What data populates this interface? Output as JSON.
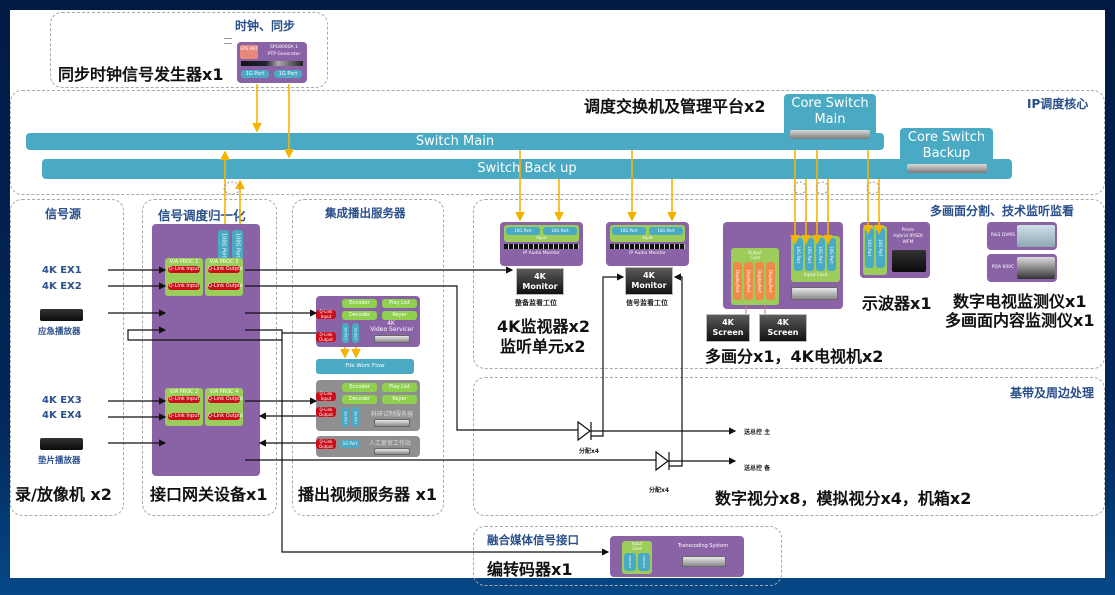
{
  "sections": {
    "clock": {
      "title": "时钟、同步",
      "summary": "同步时钟信号发生器x1"
    },
    "ip_core": {
      "title": "IP调度核心",
      "summary": "调度交换机及管理平台x2"
    },
    "signal_source": {
      "title": "信号源",
      "summary": "录/放像机 x2"
    },
    "signal_norm": {
      "title": "信号调度归一化",
      "summary": "接口网关设备x1"
    },
    "playout": {
      "title": "集成播出服务器",
      "summary": "播出视频服务器 x1"
    },
    "monitoring": {
      "title": "多画面分割、技术监听监看"
    },
    "baseband": {
      "title": "基带及周边处理",
      "summary": "数字视分x8，模拟视分x4，机箱x2"
    },
    "media": {
      "title": "融合媒体信号接口",
      "summary": "编转码器x1"
    }
  },
  "ptp": {
    "gps": "GPS ANT",
    "model": "SPG8000A 1",
    "name": "PTP Generator",
    "ports": [
      "1G Port",
      "1G Port"
    ]
  },
  "switches": {
    "main_bar": "Switch Main",
    "backup_bar": "Switch Back up",
    "core_main": [
      "Core Switch",
      "Main"
    ],
    "core_backup": [
      "Core Switch",
      "Backup"
    ]
  },
  "sources": {
    "group1": [
      "4K EX1",
      "4K EX2"
    ],
    "player1": "应急播放器",
    "group2": [
      "4K EX3",
      "4K EX4"
    ],
    "player2": "垫片播放器"
  },
  "gateway": {
    "top_ports": [
      "100G Port",
      "100G Port"
    ],
    "procs": [
      {
        "name": "V/A PROC 1",
        "io": "Q-Link Input"
      },
      {
        "name": "V/A PROC 3",
        "io": "Q-Link Output"
      },
      {
        "name": "V/A PROC 2",
        "io": "Q-Link Input"
      },
      {
        "name": "V/A PROC 4",
        "io": "Q-Link Output"
      }
    ]
  },
  "servers": {
    "video_servicer": {
      "title": [
        "4K",
        "Video Servicer"
      ],
      "modules": [
        "Encoder",
        "Play List",
        "Decoder",
        "Keyer"
      ],
      "in": "Q-Link Input",
      "out": "Q-Link Output",
      "ports": [
        "1G Port",
        "1G Port"
      ]
    },
    "file_flow": "File Work Flow",
    "research": {
      "title": "科研试制服务器",
      "modules": [
        "Encoder",
        "Play List",
        "Decoder",
        "Keyer"
      ],
      "in": "Q-Link Input",
      "out": "Q-Link Output",
      "ports": [
        "1G Port",
        "1G Port"
      ]
    },
    "review": {
      "title": "人工复审工作站",
      "out": "Q-Link Output",
      "port": "1G Port"
    }
  },
  "monitors": {
    "audio_units": [
      {
        "ports": [
          "10G Port",
          "10G Port"
        ],
        "input": "Input",
        "name": "IP Audio Monitor",
        "monitor": [
          "4K",
          "Monitor"
        ],
        "caption": "整备监看工位"
      },
      {
        "ports": [
          "10G Port",
          "10G Port"
        ],
        "input": "Input",
        "name": "IP Audio Monitor",
        "monitor": [
          "4K",
          "Monitor"
        ],
        "caption": "信号监看工位"
      }
    ],
    "summary": [
      "4K监视器x2",
      "监听单元x2"
    ],
    "multiviewer": {
      "output_card": "Output Card",
      "outputs": [
        "DisplayPort",
        "DisplayPort",
        "DisplayPort",
        "DisplayPort"
      ],
      "inputs": [
        "10G Port",
        "10G Port",
        "10G Port",
        "10G Port"
      ],
      "input_card": "Input Card",
      "screens": [
        [
          "4K",
          "Screen"
        ],
        [
          "4K",
          "Screen"
        ]
      ],
      "summary": "多画分x1，4K电视机x2"
    },
    "scope": {
      "ports": [
        "10G Port",
        "10G Port"
      ],
      "name": [
        "Prism",
        "Hybrid IP/SDI",
        "WFM"
      ],
      "summary": "示波器x1"
    },
    "analyzers": [
      "R&S DVMS",
      "PQA 600C"
    ],
    "analyzer_summary": [
      "数字电视监测仪x1",
      "多画面内容监测仪x1"
    ]
  },
  "baseband": {
    "splitters": [
      "分配x4",
      "分配x4"
    ],
    "outputs": [
      "送总控 主",
      "送总控 备"
    ]
  },
  "transcoder": {
    "input_card": [
      "Input",
      "Card"
    ],
    "ports": [
      "10G Port",
      "10G Port"
    ],
    "name": "Transcoding System"
  },
  "colors": {
    "background": "#021a44",
    "teal": "#4aaac4",
    "purple": "#8a62a6",
    "green": "#9ccc5a",
    "red": "#cc0e1a",
    "orange": "#f08a4b",
    "arrow_yellow": "#f5b400",
    "title_blue": "#2a4f8a"
  }
}
